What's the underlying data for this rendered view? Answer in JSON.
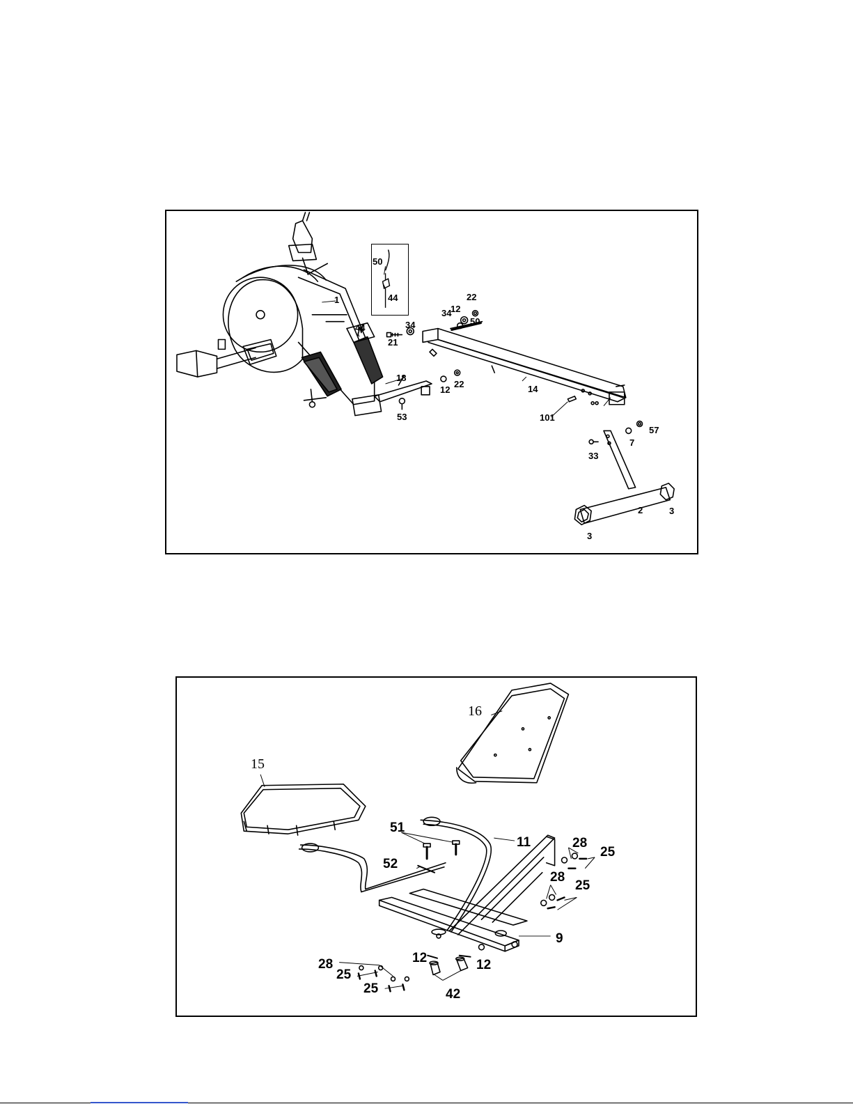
{
  "figure_top": {
    "labels": {
      "frame_main": "1",
      "base_tube": "2",
      "end_cap_left": "3",
      "end_cap_right": "3",
      "washer_57": "7",
      "washer_12_top": "12",
      "washer_12_bottom": "12",
      "slide_rail": "14",
      "front_stabilizer": "18",
      "bolt_21": "21",
      "nut_22_top": "22",
      "nut_22_bottom": "22",
      "bolt_33": "33",
      "knob_34_left": "34",
      "knob_34_right": "34",
      "cable_44_inset": "44",
      "cable_44": "44",
      "cable_50_inset": "50",
      "cable_50": "50",
      "bolt_53": "53",
      "nut_57": "57",
      "pin_101": "101"
    }
  },
  "figure_bottom": {
    "labels": {
      "seat_frame": "9",
      "handlebar": "11",
      "washer_12_left": "12",
      "washer_12_right": "12",
      "seat_cushion": "15",
      "backrest": "16",
      "bolt_25_a": "25",
      "bolt_25_b": "25",
      "bolt_25_c": "25",
      "bolt_25_d": "25",
      "washer_28_a": "28",
      "washer_28_b": "28",
      "washer_28_c": "28",
      "knob_42": "42",
      "bolt_51": "51",
      "pin_52": "52"
    }
  },
  "colors": {
    "line": "#000000",
    "footer_link": "#3355cc"
  }
}
